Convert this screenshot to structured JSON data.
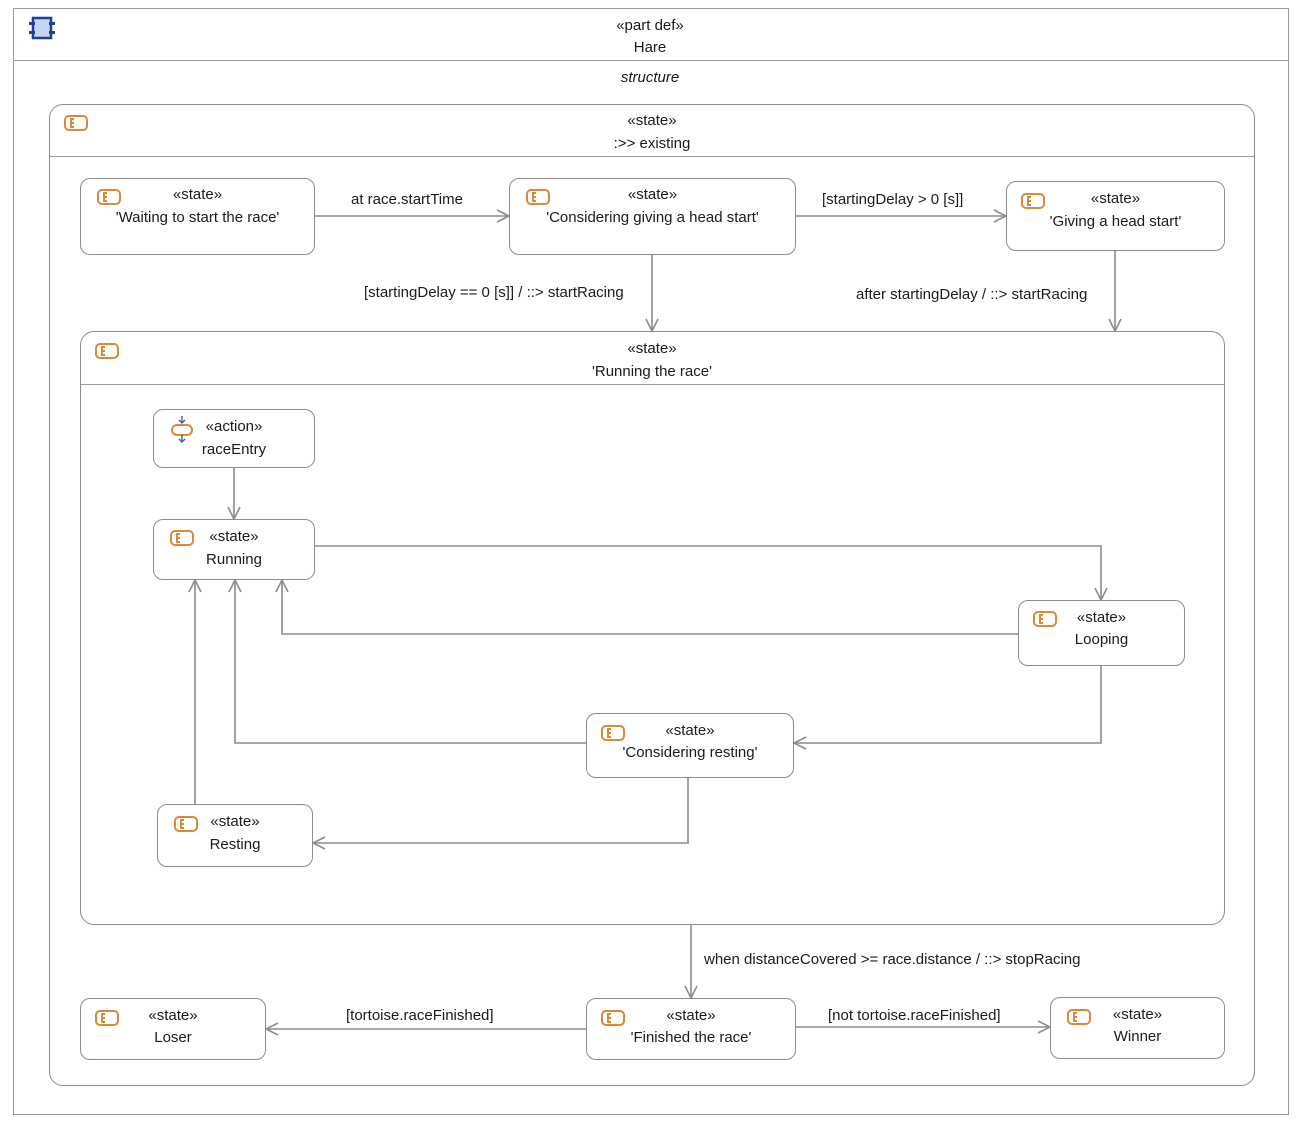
{
  "part": {
    "stereotype": "«part def»",
    "name": "Hare",
    "compartment": "structure"
  },
  "existing": {
    "stereotype": "«state»",
    "name": ":>> existing"
  },
  "states": {
    "waiting": {
      "stereotype": "«state»",
      "name": "'Waiting to start the race'"
    },
    "considering_head": {
      "stereotype": "«state»",
      "name": "'Considering giving a head start'"
    },
    "giving_head": {
      "stereotype": "«state»",
      "name": "'Giving a head start'"
    },
    "running_race": {
      "stereotype": "«state»",
      "name": "'Running the race'"
    },
    "race_entry": {
      "stereotype": "«action»",
      "name": "raceEntry"
    },
    "running": {
      "stereotype": "«state»",
      "name": "Running"
    },
    "looping": {
      "stereotype": "«state»",
      "name": "Looping"
    },
    "considering_resting": {
      "stereotype": "«state»",
      "name": "'Considering resting'"
    },
    "resting": {
      "stereotype": "«state»",
      "name": "Resting"
    },
    "finished": {
      "stereotype": "«state»",
      "name": "'Finished the race'"
    },
    "loser": {
      "stereotype": "«state»",
      "name": "Loser"
    },
    "winner": {
      "stereotype": "«state»",
      "name": "Winner"
    }
  },
  "transitions": {
    "t_start": "at race.startTime",
    "t_delay_positive": "[startingDelay > 0 [s]]",
    "t_delay_zero": "[startingDelay == 0 [s]] / ::> startRacing",
    "t_after_delay": "after startingDelay / ::> startRacing",
    "t_finished": "when distanceCovered >= race.distance / ::> stopRacing",
    "t_lose": "[tortoise.raceFinished]",
    "t_win": "[not tortoise.raceFinished]"
  },
  "icons": {
    "part": "part-def-icon",
    "state": "state-icon",
    "action": "action-entry-icon"
  },
  "colors": {
    "accent_orange": "#d9893a",
    "part_blue": "#1f3f99",
    "line_gray": "#8c8c8c"
  }
}
